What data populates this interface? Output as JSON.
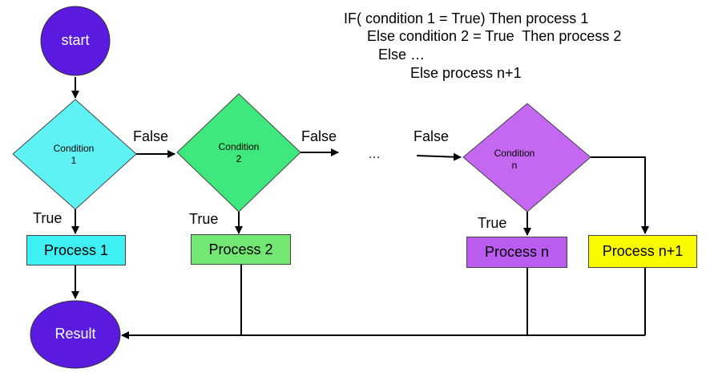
{
  "pseudocode": {
    "line1": "IF( condition 1 = True) Then process 1",
    "line2": "Else condition 2 = True  Then process 2",
    "line3": "Else …",
    "line4": "Else process n+1"
  },
  "nodes": {
    "start": "start",
    "result": "Result",
    "condition1": {
      "line1": "Condition",
      "line2": "1"
    },
    "condition2": {
      "line1": "Condition",
      "line2": "2"
    },
    "conditionn": {
      "line1": "Condition",
      "line2": "n"
    },
    "process1": "Process 1",
    "process2": "Process 2",
    "processn": "Process n",
    "processn1": "Process n+1"
  },
  "edges": {
    "false1": "False",
    "false2": "False",
    "false3": "False",
    "true1": "True",
    "true2": "True",
    "truen": "True",
    "ellipsis": "…"
  },
  "colors": {
    "circle": "#5a1ae0",
    "condition1": "#5ff2f5",
    "condition2": "#3ee87c",
    "conditionn": "#c468f2",
    "process1": "#3ff0f3",
    "process2": "#72e872",
    "processn": "#bb5cf0",
    "processn1": "#fbfb00"
  }
}
